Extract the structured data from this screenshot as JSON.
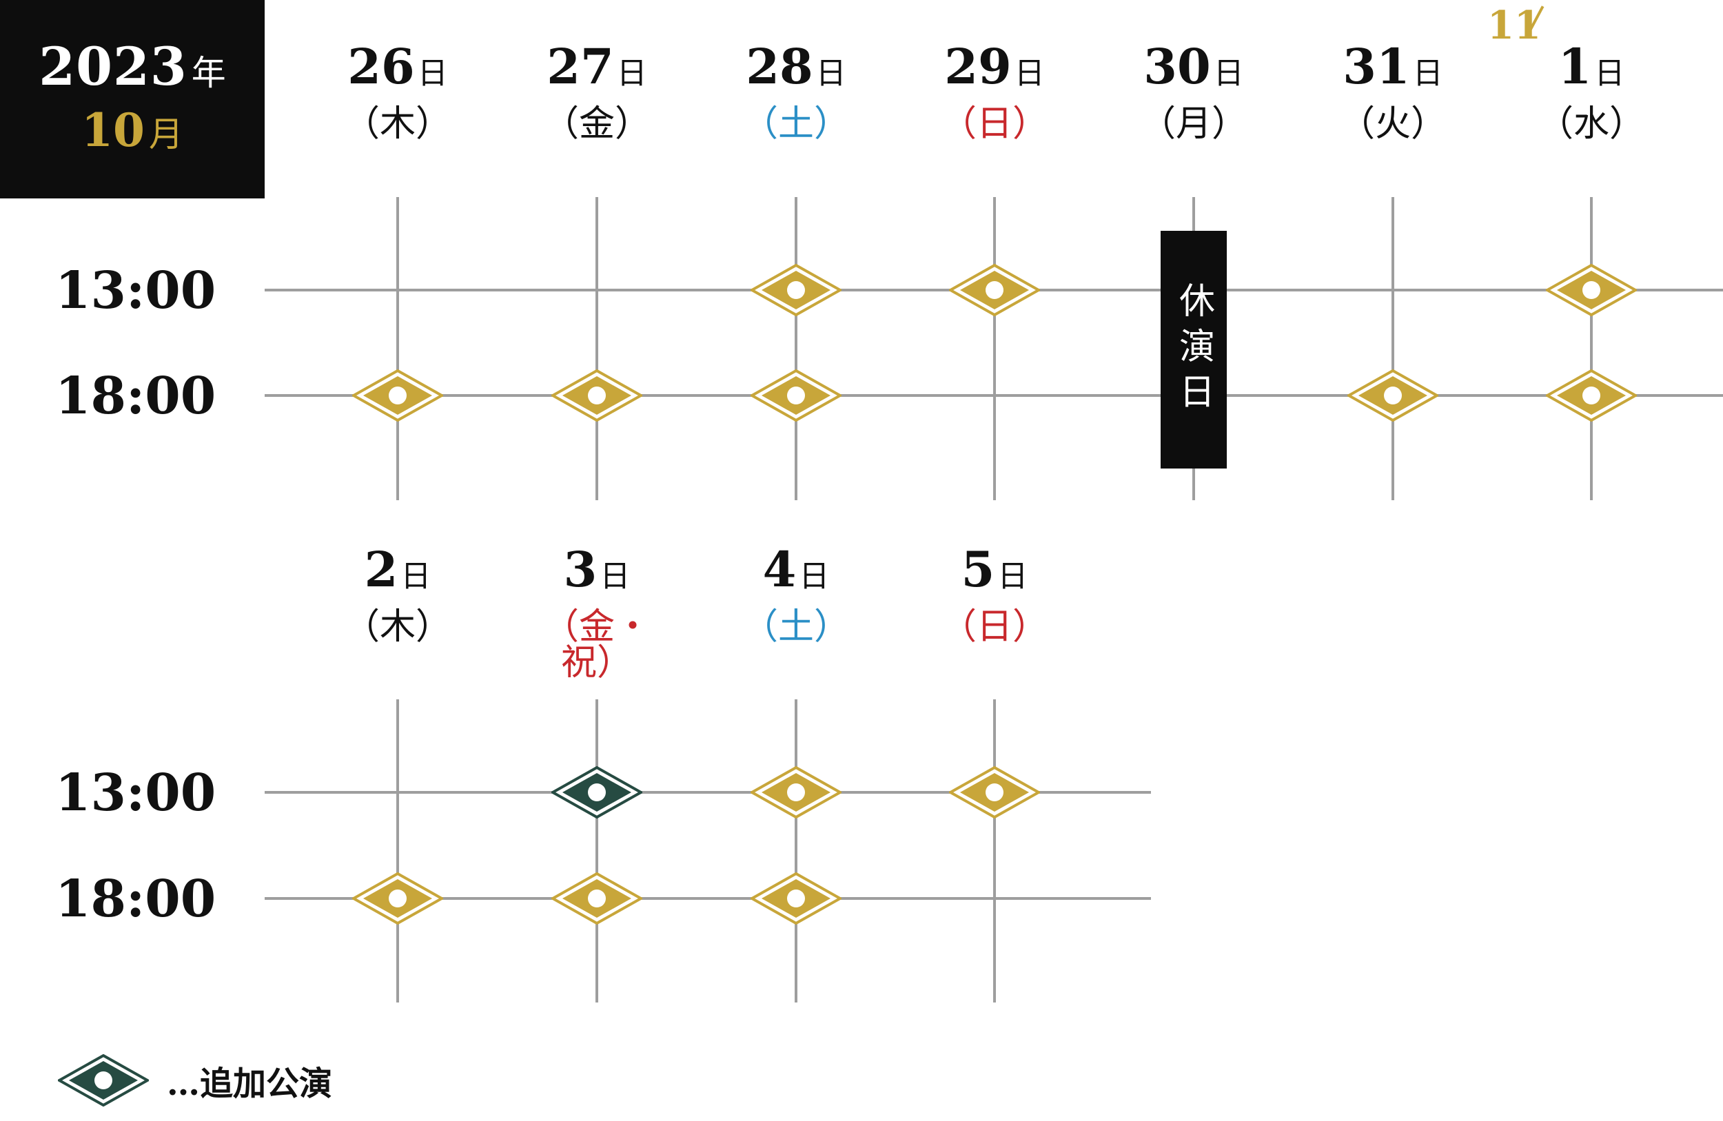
{
  "colors": {
    "black": "#0d0d0d",
    "gold": "#c8a63a",
    "saturday": "#2b8fc6",
    "holiday": "#c8282c",
    "weekday": "#111111",
    "grid": "#9e9e9e",
    "additional": "#264b42"
  },
  "badge": {
    "year": "2023",
    "year_unit": "年",
    "month": "10",
    "month_unit": "月"
  },
  "month_marker": {
    "label": "11"
  },
  "date_unit": "日",
  "weeks": [
    {
      "days": [
        {
          "date": "26",
          "dow": "（木）",
          "kind": "weekday"
        },
        {
          "date": "27",
          "dow": "（金）",
          "kind": "weekday"
        },
        {
          "date": "28",
          "dow": "（土）",
          "kind": "saturday"
        },
        {
          "date": "29",
          "dow": "（日）",
          "kind": "holiday"
        },
        {
          "date": "30",
          "dow": "（月）",
          "kind": "weekday"
        },
        {
          "date": "31",
          "dow": "（火）",
          "kind": "weekday"
        },
        {
          "date": "1",
          "dow": "（水）",
          "kind": "weekday"
        }
      ],
      "times": [
        "13:00",
        "18:00"
      ],
      "performances": [
        {
          "day": 2,
          "slot": 0,
          "type": "regular"
        },
        {
          "day": 3,
          "slot": 0,
          "type": "regular"
        },
        {
          "day": 6,
          "slot": 0,
          "type": "regular"
        },
        {
          "day": 0,
          "slot": 1,
          "type": "regular"
        },
        {
          "day": 1,
          "slot": 1,
          "type": "regular"
        },
        {
          "day": 2,
          "slot": 1,
          "type": "regular"
        },
        {
          "day": 5,
          "slot": 1,
          "type": "regular"
        },
        {
          "day": 6,
          "slot": 1,
          "type": "regular"
        }
      ]
    },
    {
      "days": [
        {
          "date": "2",
          "dow": "（木）",
          "kind": "weekday"
        },
        {
          "date": "3",
          "dow": "（金・祝）",
          "kind": "holiday"
        },
        {
          "date": "4",
          "dow": "（土）",
          "kind": "saturday"
        },
        {
          "date": "5",
          "dow": "（日）",
          "kind": "holiday"
        }
      ],
      "times": [
        "13:00",
        "18:00"
      ],
      "performances": [
        {
          "day": 1,
          "slot": 0,
          "type": "additional"
        },
        {
          "day": 2,
          "slot": 0,
          "type": "regular"
        },
        {
          "day": 3,
          "slot": 0,
          "type": "regular"
        },
        {
          "day": 0,
          "slot": 1,
          "type": "regular"
        },
        {
          "day": 1,
          "slot": 1,
          "type": "regular"
        },
        {
          "day": 2,
          "slot": 1,
          "type": "regular"
        }
      ]
    }
  ],
  "closed_day": {
    "label": "休演日"
  },
  "legend": {
    "text": "…追加公演",
    "marker_icon": "additional-performance-diamond-icon"
  }
}
